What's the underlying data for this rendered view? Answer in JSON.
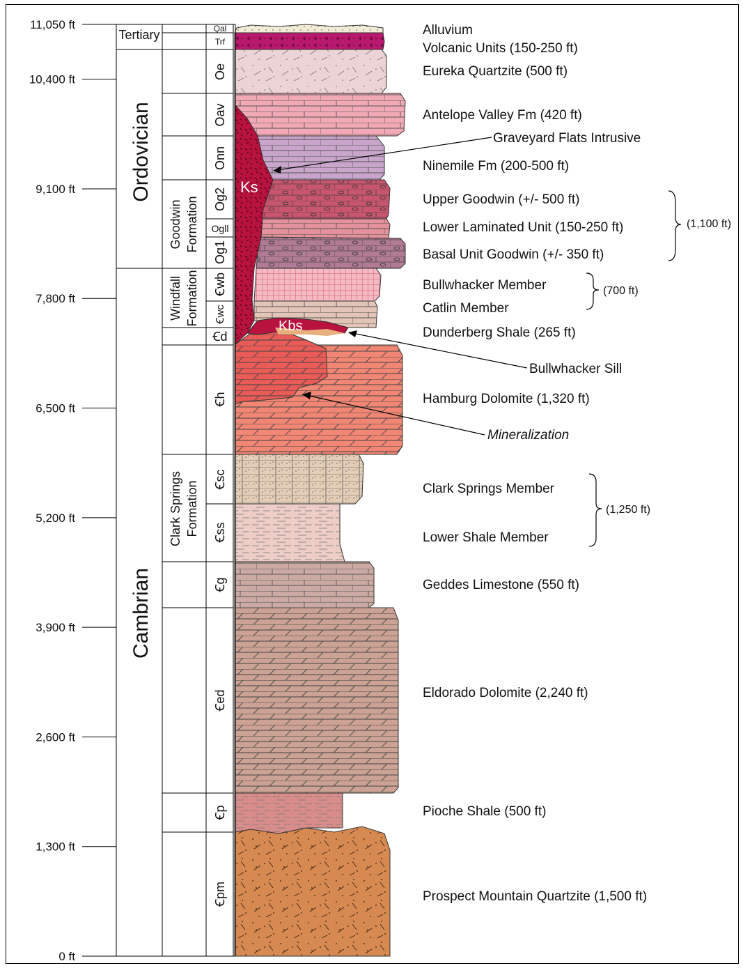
{
  "depth_axis": {
    "ticks": [
      {
        "value": 11050,
        "label": "11,050 ft"
      },
      {
        "value": 10400,
        "label": "10,400 ft"
      },
      {
        "value": 9100,
        "label": "9,100 ft"
      },
      {
        "value": 7800,
        "label": "7,800 ft"
      },
      {
        "value": 6500,
        "label": "6,500 ft"
      },
      {
        "value": 5200,
        "label": "5,200 ft"
      },
      {
        "value": 3900,
        "label": "3,900 ft"
      },
      {
        "value": 2600,
        "label": "2,600 ft"
      },
      {
        "value": 1300,
        "label": "1,300 ft"
      },
      {
        "value": 0,
        "label": "0 ft"
      }
    ]
  },
  "periods": {
    "tertiary": "Tertiary",
    "ordovician": "Ordovician",
    "cambrian": "Cambrian"
  },
  "formations": {
    "goodwin": [
      "Goodwin",
      "Formation"
    ],
    "windfall": [
      "Windfall",
      "Formation"
    ],
    "clark_springs": [
      "Clark Springs",
      "Formation"
    ]
  },
  "unit_symbols": {
    "qal": "Qal",
    "trf": "Trf",
    "oe": "Oe",
    "oav": "Oav",
    "onn": "Onn",
    "og2": "Og2",
    "ogll": "Ogll",
    "og1": "Og1",
    "cwb": "Ꞓwb",
    "cwc": "Ꞓwc",
    "cd": "Ꞓd",
    "ch": "Ꞓh",
    "csc": "Ꞓsc",
    "css": "Ꞓss",
    "cg": "Ꞓg",
    "ced": "Ꞓed",
    "cp": "Ꞓp",
    "cpm": "Ꞓpm"
  },
  "intrusions": {
    "ks": "Ks",
    "kbs": "Kbs"
  },
  "unit_labels": {
    "alluvium": "Alluvium",
    "volcanic": "Volcanic Units (150-250 ft)",
    "eureka": "Eureka Quartzite (500 ft)",
    "antelope": "Antelope Valley Fm (420 ft)",
    "graveyard": "Graveyard Flats Intrusive",
    "ninemile": "Ninemile Fm (200-500 ft)",
    "upper_goodwin": "Upper Goodwin (+/- 500 ft)",
    "lower_laminated": "Lower Laminated Unit (150-250 ft)",
    "basal_goodwin": "Basal Unit Goodwin (+/- 350 ft)",
    "goodwin_total": "(1,100 ft)",
    "bullwhacker_member": "Bullwhacker Member",
    "catlin": "Catlin Member",
    "windfall_total": "(700 ft)",
    "dunderberg": "Dunderberg Shale (265 ft)",
    "bullwhacker_sill": "Bullwhacker Sill",
    "hamburg": "Hamburg Dolomite (1,320 ft)",
    "mineralization": "Mineralization",
    "clark_springs_member": "Clark Springs Member",
    "lower_shale": "Lower Shale Member",
    "clark_total": "(1,250 ft)",
    "geddes": "Geddes Limestone (550 ft)",
    "eldorado": "Eldorado Dolomite (2,240 ft)",
    "pioche": "Pioche Shale (500 ft)",
    "prospect": "Prospect Mountain Quartzite (1,500 ft)"
  },
  "colors": {
    "alluvium": "#f2ecd6",
    "volcanic": "#b8196e",
    "eureka": "#ecd3d6",
    "antelope": "#f1a9b5",
    "ninemile": "#c9a5cc",
    "upper_goodwin": "#c9556e",
    "lower_laminated": "#e3919b",
    "basal_goodwin": "#b27b95",
    "bullwhacker": "#f4b9c2",
    "catlin": "#e3c5b8",
    "intrusive": "#b8123f",
    "sill": "#e8b07f",
    "hamburg": "#f08673",
    "mineralization": "#e85b57",
    "clark_springs": "#e4cdb6",
    "lower_shale": "#edcdc6",
    "geddes": "#ccaaa3",
    "eldorado": "#cba294",
    "pioche": "#d98d8a",
    "prospect": "#d68a52"
  }
}
